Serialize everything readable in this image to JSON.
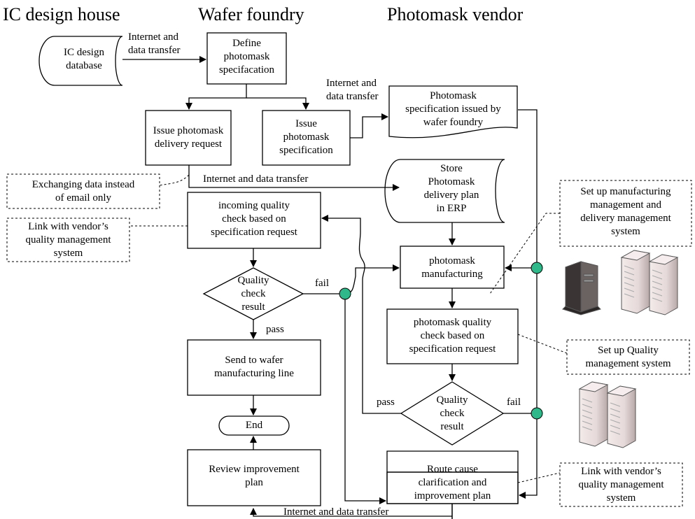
{
  "headers": {
    "ic_design_house": "IC design house",
    "wafer_foundry": "Wafer foundry",
    "photomask_vendor": "Photomask vendor"
  },
  "nodes": {
    "ic_db": "IC design\ndatabase",
    "define_spec": "Define\nphotomask\nspecifacation",
    "issue_delivery": "Issue photomask\ndelivery request",
    "issue_spec": "Issue\nphotomask\nspecification",
    "spec_issued": "Photomask\nspecification issued by\nwafer foundry",
    "store_plan": "Store\nPhotomask\ndelivery plan\nin ERP",
    "incoming_qc": "incoming quality\ncheck based on\nspecification request",
    "qc_result_1": "Quality\ncheck\nresult",
    "mask_mfg": "photomask\nmanufacturing",
    "mask_qc": "photomask quality\ncheck based on\nspecification request",
    "qc_result_2": "Quality\ncheck\nresult",
    "send_line": "Send to wafer\nmanufacturing line",
    "end": "End",
    "review_plan": "Review improvement\nplan",
    "root_cause": "Route cause\nclarification and\nimprovement plan"
  },
  "edge_labels": {
    "internet_1": "Internet and\ndata transfer",
    "internet_2": "Internet and\ndata transfer",
    "internet_3": "Internet and data transfer",
    "internet_4": "Internet and data transfer",
    "fail_1": "fail",
    "pass_1": "pass",
    "pass_2": "pass",
    "fail_2": "fail"
  },
  "notes": {
    "exchanging": "Exchanging data instead\nof email only",
    "link_vendor_1": "Link with vendor’s\nquality management\nsystem",
    "setup_mfg": "Set up manufacturing\nmanagement and\ndelivery management\nsystem",
    "setup_quality": "Set up Quality\nmanagement system",
    "link_vendor_2": "Link with vendor’s\nquality management\nsystem"
  },
  "icons": {
    "server_group_1": "server-cluster-icon",
    "server_group_2": "server-pair-icon"
  },
  "colors": {
    "connector": "#2fb98a",
    "server_body": "#e9dede",
    "server_shade": "#b8a6a6"
  }
}
